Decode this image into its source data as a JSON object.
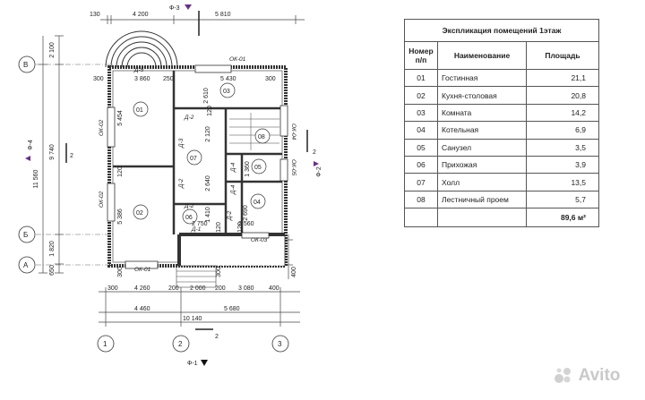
{
  "plan": {
    "top_dims": [
      "130",
      "4 200",
      "5 810"
    ],
    "section_top": "Ф-3",
    "section_left": "Ф-4",
    "section_right": "Ф-2",
    "section_bottom": "Ф-1",
    "section_num": "2",
    "axis_rows": [
      "В",
      "Б",
      "А"
    ],
    "axis_cols": [
      "1",
      "2",
      "3"
    ],
    "left_dims": [
      "2 100",
      "9 740",
      "11 560",
      "1 820",
      "650"
    ],
    "room_numbers": [
      "01",
      "02",
      "03",
      "04",
      "05",
      "06",
      "07",
      "08"
    ],
    "window_labels": [
      "ОК-01",
      "ОК-01",
      "ОК-02",
      "ОК-02",
      "ОК-03",
      "ОК-04",
      "ОК-05"
    ],
    "door_labels": [
      "Д-5",
      "Д-2",
      "Д-3",
      "Д-2",
      "Д-2",
      "Д-4",
      "Д-4",
      "Д-2",
      "Д-1"
    ],
    "inner_dims": [
      "300",
      "3 860",
      "250",
      "5 430",
      "300",
      "2 610",
      "5 454",
      "120",
      "2 120",
      "120",
      "5 386",
      "2 640",
      "1 360",
      "1 410",
      "2 690",
      "2 560",
      "2 750",
      "120",
      "120",
      "300",
      "300",
      "400"
    ],
    "bottom_dims_1": [
      "300",
      "4 260",
      "200",
      "2 000",
      "200",
      "3 080",
      "400"
    ],
    "bottom_dims_2": [
      "4 460",
      "5 680"
    ],
    "bottom_dims_3": "10 140"
  },
  "explication": {
    "title": "Экспликация помещений 1этаж",
    "headers": [
      "Номер п/п",
      "Наименование",
      "Площадь"
    ],
    "rows": [
      {
        "num": "01",
        "name": "Гостинная",
        "area": "21,1"
      },
      {
        "num": "02",
        "name": "Кухня-столовая",
        "area": "20,8"
      },
      {
        "num": "03",
        "name": "Комната",
        "area": "14,2"
      },
      {
        "num": "04",
        "name": "Котельная",
        "area": "6,9"
      },
      {
        "num": "05",
        "name": "Санузел",
        "area": "3,5"
      },
      {
        "num": "06",
        "name": "Прихожая",
        "area": "3,9"
      },
      {
        "num": "07",
        "name": "Холл",
        "area": "13,5"
      },
      {
        "num": "08",
        "name": "Лестничный проем",
        "area": "5,7"
      }
    ],
    "total": "89,6 м²"
  },
  "watermark": "Avito"
}
